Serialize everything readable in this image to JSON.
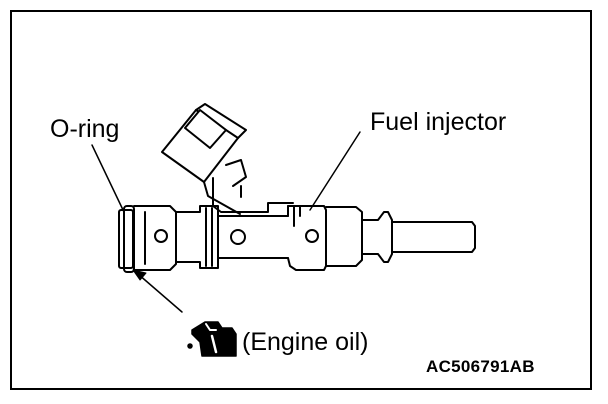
{
  "labels": {
    "o_ring": "O-ring",
    "fuel_injector": "Fuel injector",
    "engine_oil": "(Engine oil)"
  },
  "figure_code": "AC506791AB",
  "icons": {
    "oil_can": "oil-can-icon"
  },
  "colors": {
    "line": "#000000",
    "background": "#ffffff"
  }
}
